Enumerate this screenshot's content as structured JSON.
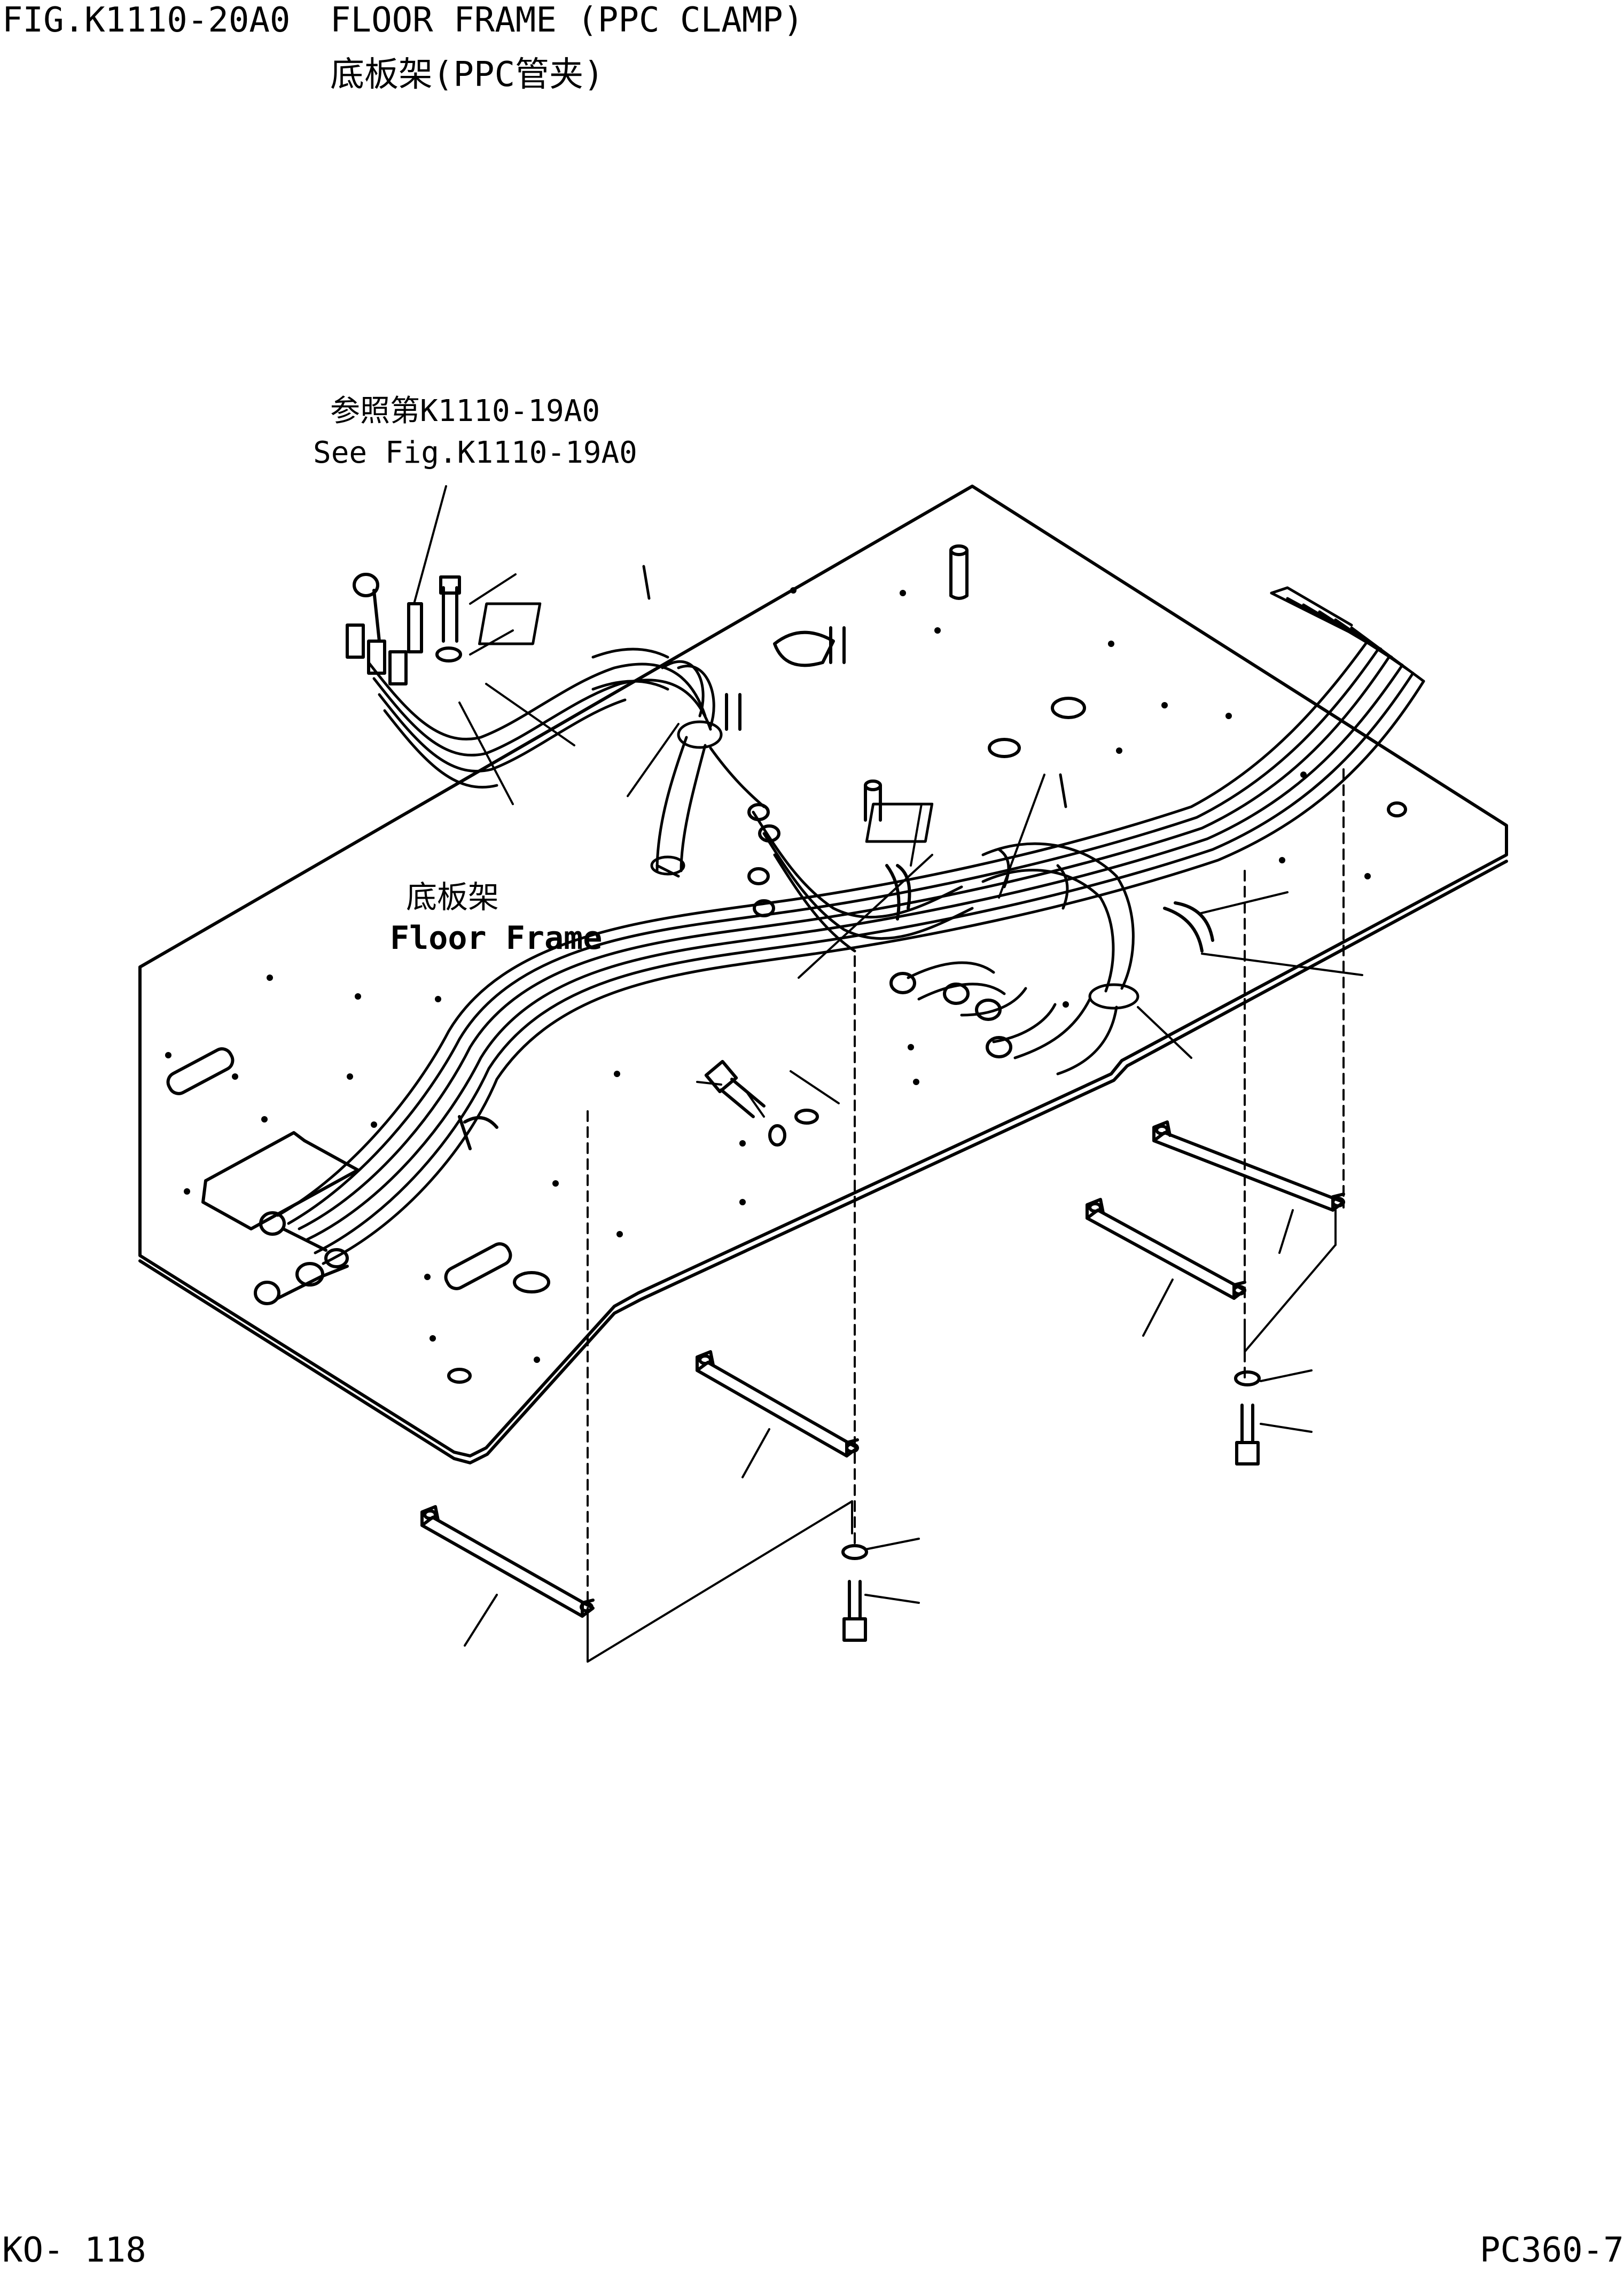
{
  "header": {
    "fig_no": "FIG.K1110-20A0",
    "title_en": "FLOOR FRAME (PPC CLAMP)",
    "title_cn": "底板架(PPC管夹)"
  },
  "reference": {
    "cn": "参照第K1110-19A0",
    "en": "See Fig.K1110-19A0"
  },
  "part_label": {
    "cn": "底板架",
    "en": "Floor Frame"
  },
  "footer": {
    "page": "KO- 118",
    "model": "PC360-7"
  }
}
